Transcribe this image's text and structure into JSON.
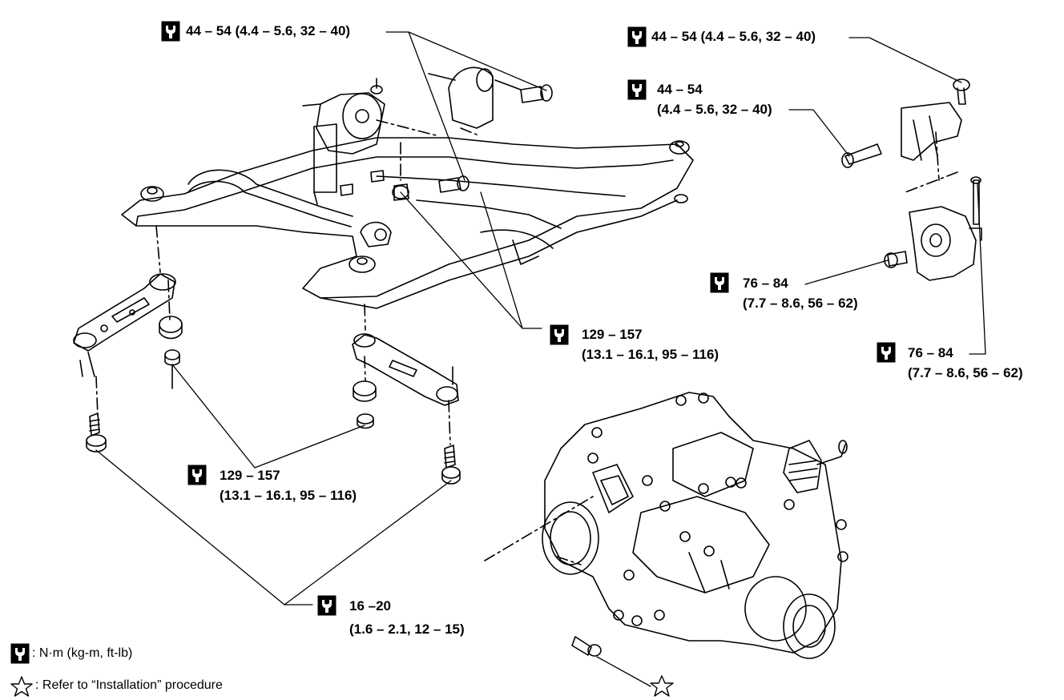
{
  "torques": {
    "t1": {
      "line1": "44 – 54 (4.4 – 5.6, 32 – 40)"
    },
    "t2": {
      "line1": "44 – 54 (4.4 – 5.6, 32 – 40)"
    },
    "t3": {
      "line1": "44 – 54",
      "line2": "(4.4 – 5.6, 32 – 40)"
    },
    "t4": {
      "line1": "76 – 84",
      "line2": "(7.7 – 8.6, 56 – 62)"
    },
    "t5": {
      "line1": "76 – 84",
      "line2": "(7.7 – 8.6, 56 – 62)"
    },
    "t6": {
      "line1": "129 – 157",
      "line2": "(13.1 – 16.1, 95 – 116)"
    },
    "t7": {
      "line1": "129 – 157",
      "line2": "(13.1 – 16.1, 95 – 116)"
    },
    "t8": {
      "line1": "16 –20",
      "line2": "(1.6 – 2.1, 12 – 15)"
    }
  },
  "legend": {
    "unit": ": N·m (kg-m, ft-lb)",
    "star": ": Refer to “Installation” procedure"
  },
  "icons": {
    "torque": "torque-wrench-icon",
    "star": "star-icon"
  }
}
